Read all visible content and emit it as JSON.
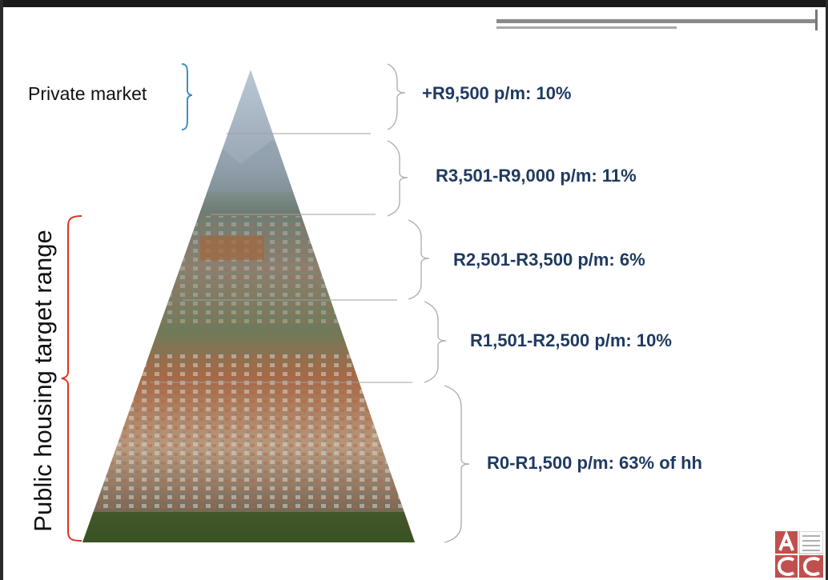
{
  "left_labels": {
    "private_market": "Private market",
    "public_housing": "Public housing target range"
  },
  "tiers": [
    {
      "label": "+R9,500 p/m: 10%"
    },
    {
      "label": "R3,501-R9,000 p/m: 11%"
    },
    {
      "label": "R2,501-R3,500 p/m: 6%"
    },
    {
      "label": "R1,501-R2,500 p/m: 10%"
    },
    {
      "label": "R0-R1,500 p/m: 63% of hh"
    }
  ],
  "colors": {
    "private_bracket": "#3b8fc4",
    "public_bracket": "#e0301e",
    "tier_text": "#1f3a60"
  },
  "logo": {
    "letters": "ACC"
  }
}
